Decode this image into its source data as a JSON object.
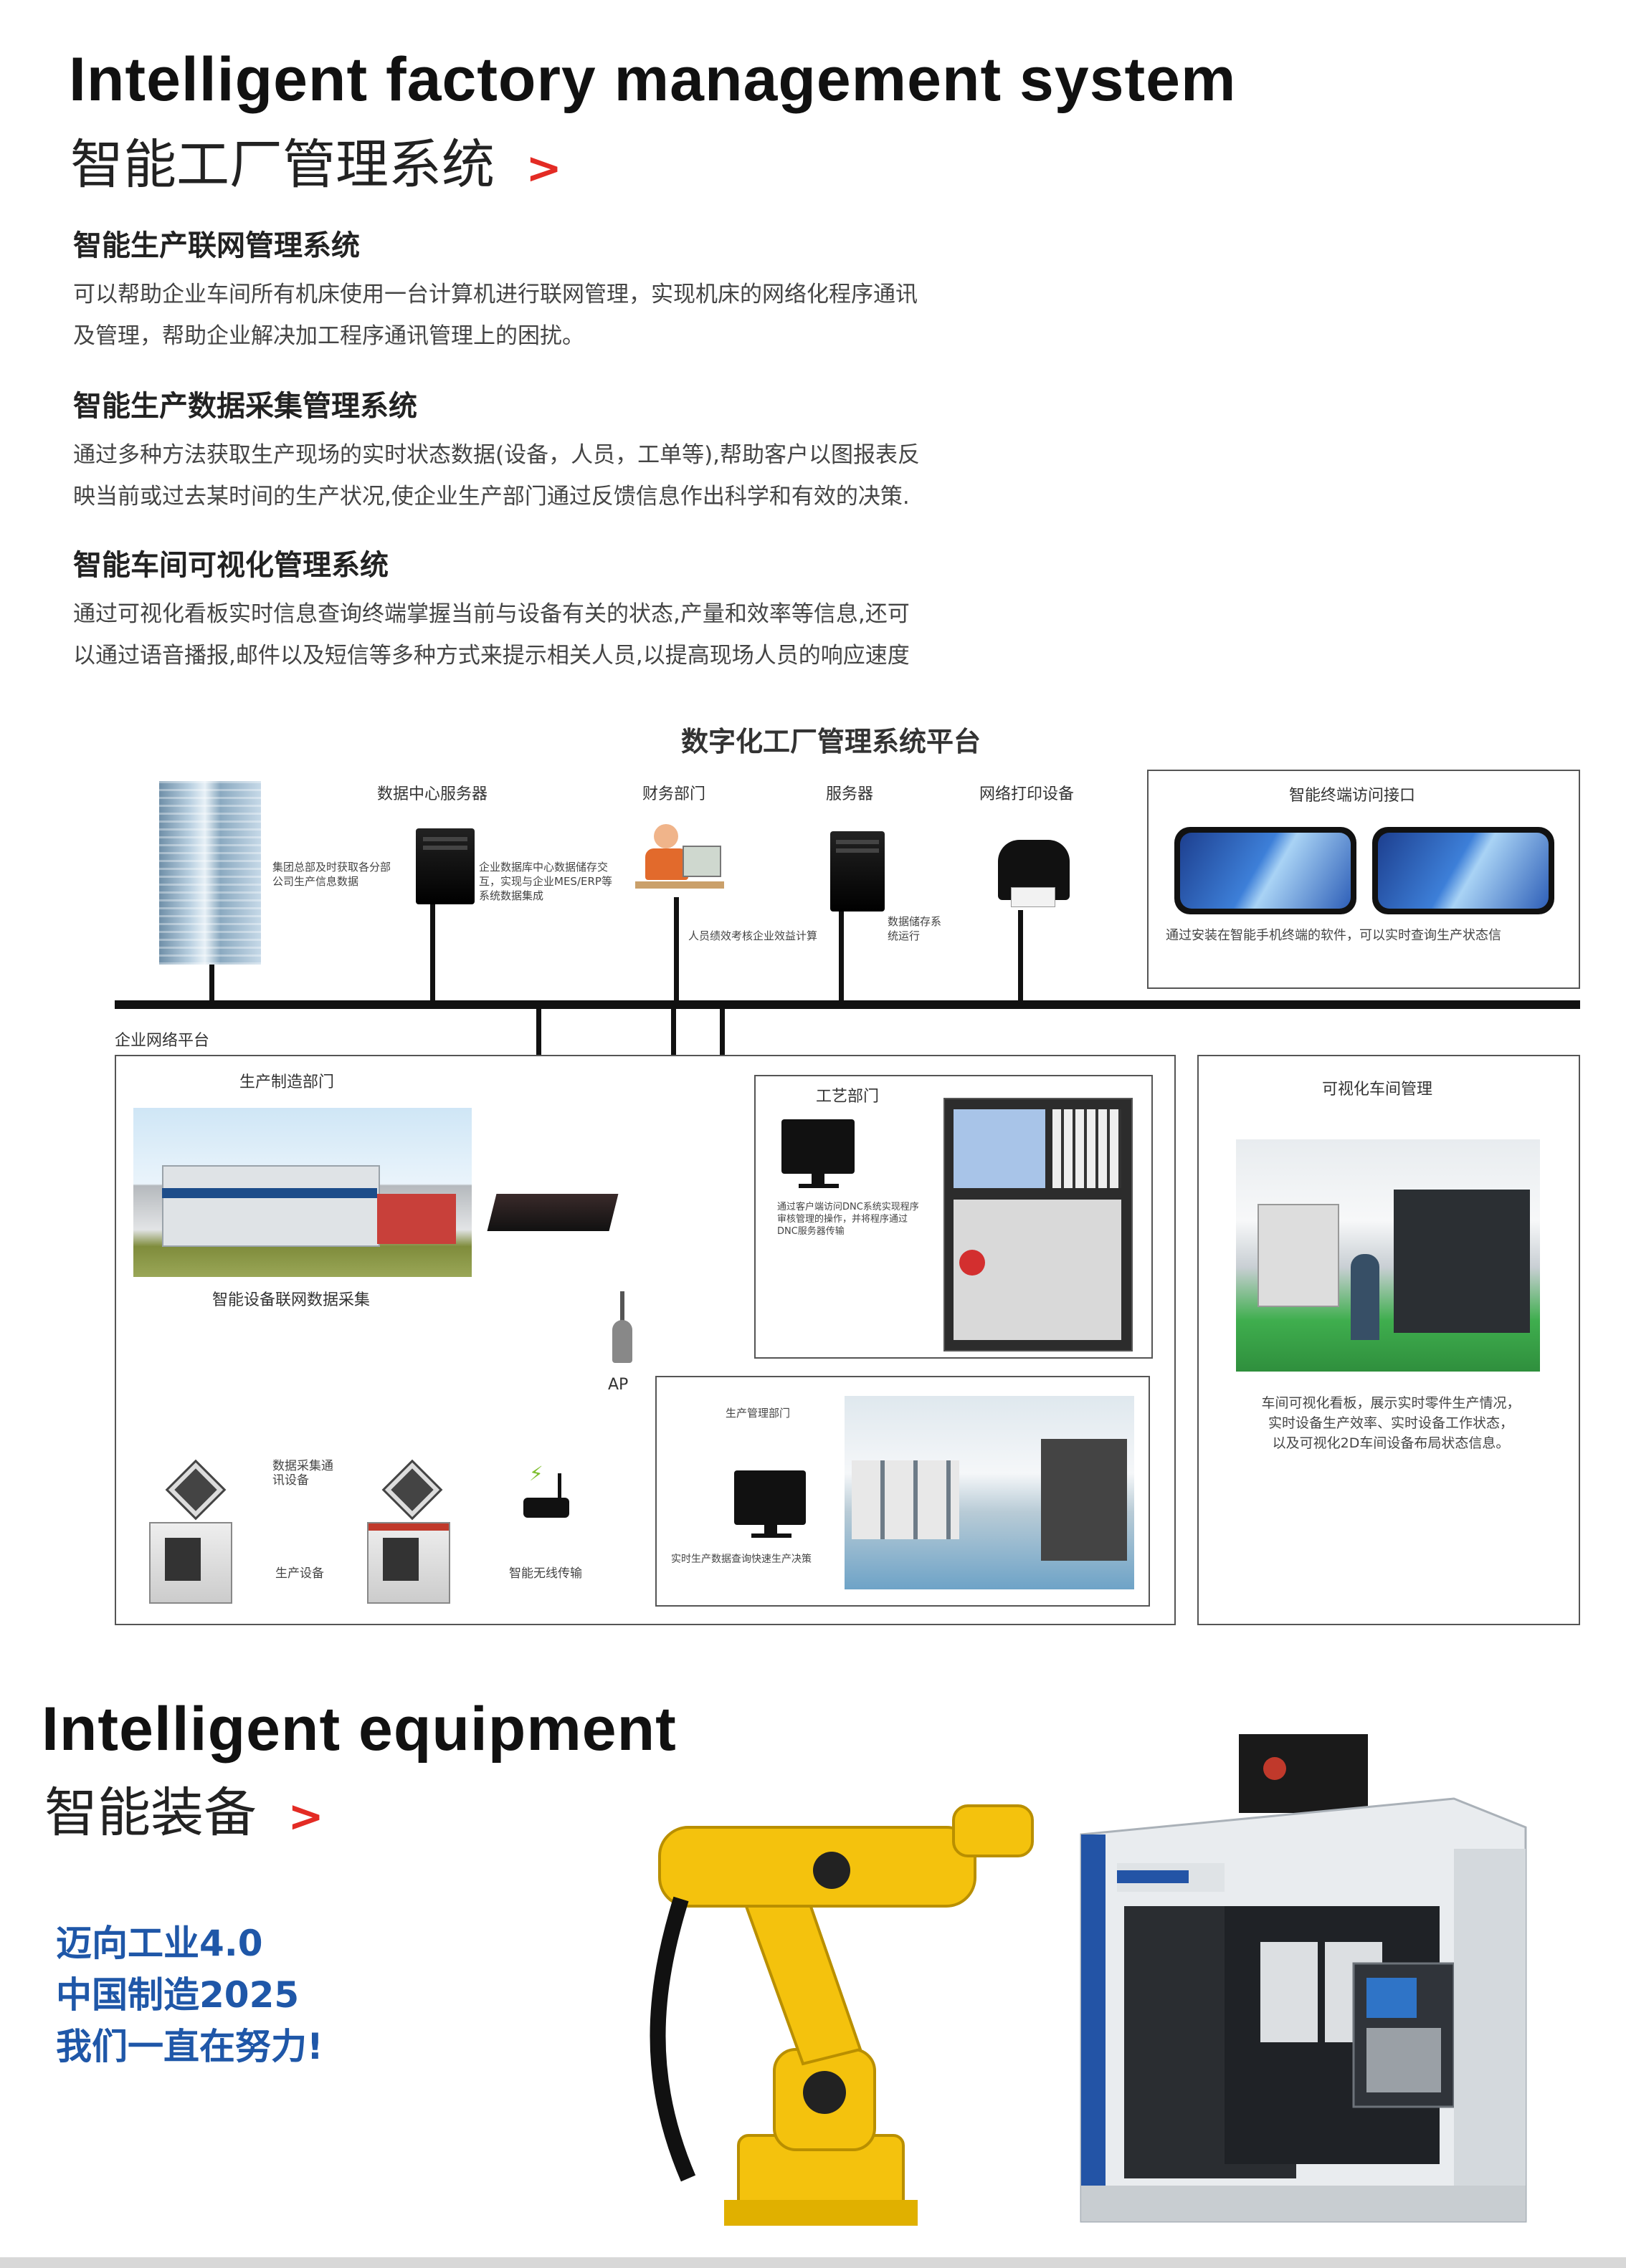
{
  "header": {
    "title_en": "Intelligent factory management system",
    "title_cn": "智能工厂管理系统",
    "chevron": ">"
  },
  "sections": [
    {
      "title": "智能生产联网管理系统",
      "lines": [
        "可以帮助企业车间所有机床使用一台计算机进行联网管理，实现机床的网络化程序通讯",
        "及管理，帮助企业解决加工程序通讯管理上的困扰。"
      ]
    },
    {
      "title": "智能生产数据采集管理系统",
      "lines": [
        "通过多种方法获取生产现场的实时状态数据(设备，人员，工单等),帮助客户以图报表反",
        "映当前或过去某时间的生产状况,使企业生产部门通过反馈信息作出科学和有效的决策."
      ]
    },
    {
      "title": "智能车间可视化管理系统",
      "lines": [
        "通过可视化看板实时信息查询终端掌握当前与设备有关的状态,产量和效率等信息,还可",
        "以通过语音播报,邮件以及短信等多种方式来提示相关人员,以提高现场人员的响应速度"
      ]
    }
  ],
  "diagram": {
    "title": "数字化工厂管理系统平台",
    "top_labels": {
      "data_center": "数据中心服务器",
      "finance": "财务部门",
      "server": "服务器",
      "printer": "网络打印设备",
      "terminal": "智能终端访问接口"
    },
    "captions": {
      "building": "集团总部及时获取各分部公司生产信息数据",
      "data_center": "企业数据库中心数据储存交互，实现与企业MES/ERP等系统数据集成",
      "finance": "人员绩效考核企业效益计算",
      "server": "数据储存系统运行",
      "terminal": "通过安装在智能手机终端的软件，可以实时查询生产状态信"
    },
    "network_label": "企业网络平台",
    "production": {
      "label": "生产制造部门",
      "caption": "智能设备联网数据采集",
      "collect": "数据采集通讯设备",
      "equipment": "生产设备",
      "ap": "AP",
      "wireless": "智能无线传输"
    },
    "process": {
      "label": "工艺部门",
      "caption": "通过客户端访问DNC系统实现程序审核管理的操作，并将程序通过DNC服务器传输"
    },
    "management": {
      "label": "生产管理部门",
      "caption": "实时生产数据查询快速生产决策"
    },
    "visual": {
      "label": "可视化车间管理",
      "caption_lines": [
        "车间可视化看板，展示实时零件生产情况，",
        "实时设备生产效率、实时设备工作状态，",
        "以及可视化2D车间设备布局状态信息。"
      ]
    }
  },
  "equipment": {
    "title_en": "Intelligent equipment",
    "title_cn": "智能装备",
    "chevron": ">",
    "slogans": [
      "迈向工业4.0",
      "中国制造2025",
      "我们一直在努力!"
    ]
  },
  "colors": {
    "accent": "#e32b24",
    "slogan": "#1f57a8",
    "robot": "#f4c20d"
  }
}
